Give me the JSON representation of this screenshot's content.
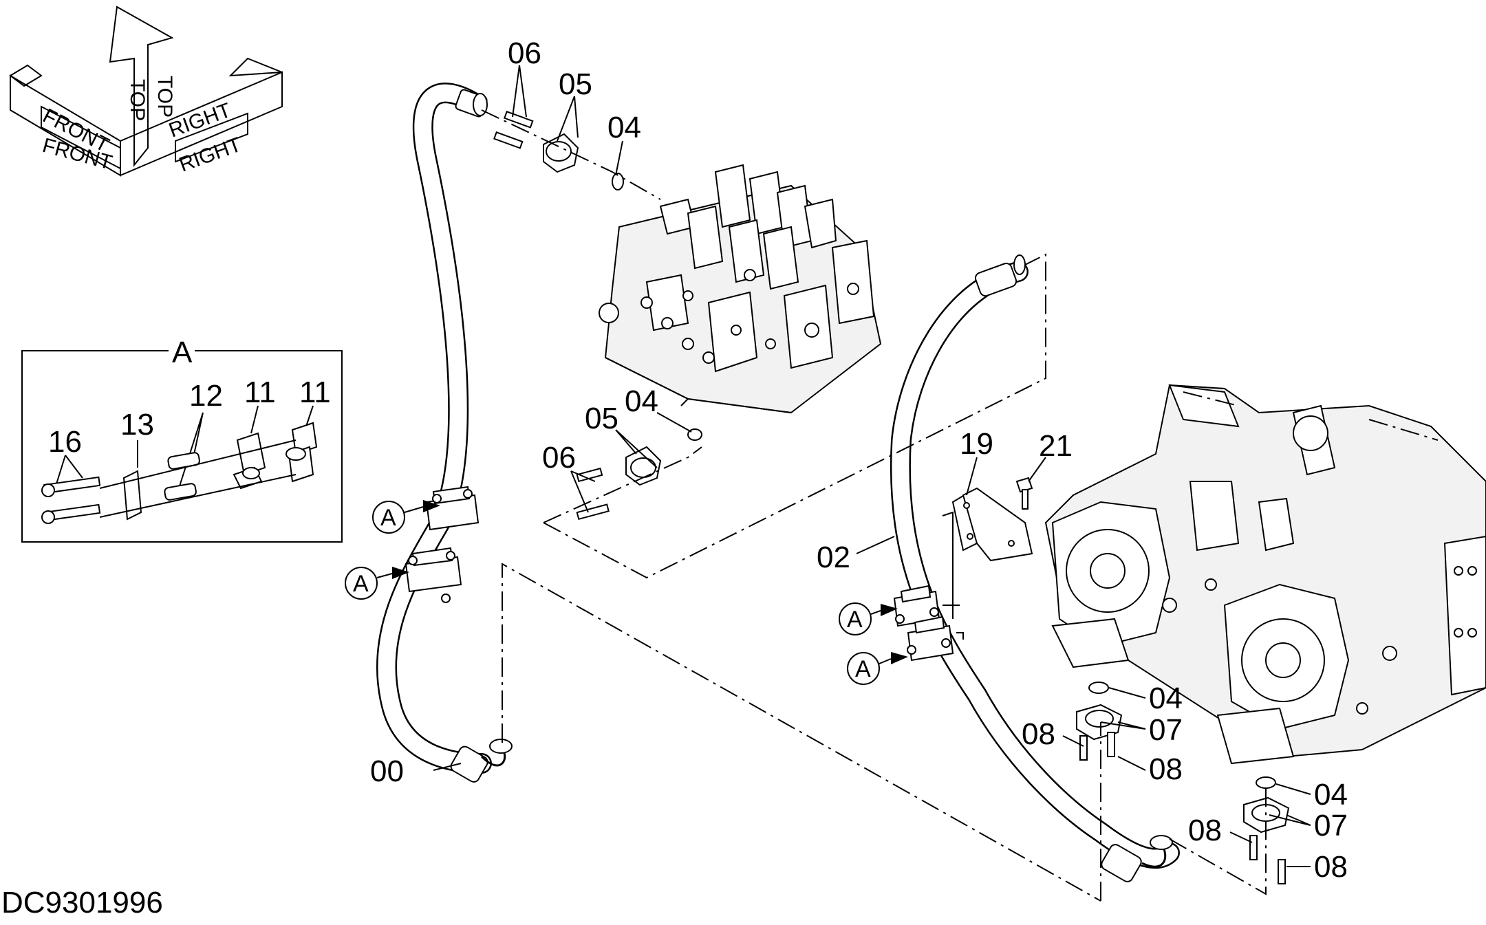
{
  "diagram_code": "DC9301996",
  "orientation": {
    "top_label": "TOP",
    "front_label": "FRONT",
    "right_label": "RIGHT"
  },
  "detail": {
    "title": "A",
    "labels": [
      "16",
      "13",
      "12",
      "11",
      "11"
    ]
  },
  "callouts": {
    "00": "00",
    "02": "02",
    "04": "04",
    "05": "05",
    "06": "06",
    "07": "07",
    "08": "08",
    "19": "19",
    "21": "21",
    "A": "A"
  },
  "colors": {
    "line": "#000000",
    "background": "#ffffff"
  }
}
